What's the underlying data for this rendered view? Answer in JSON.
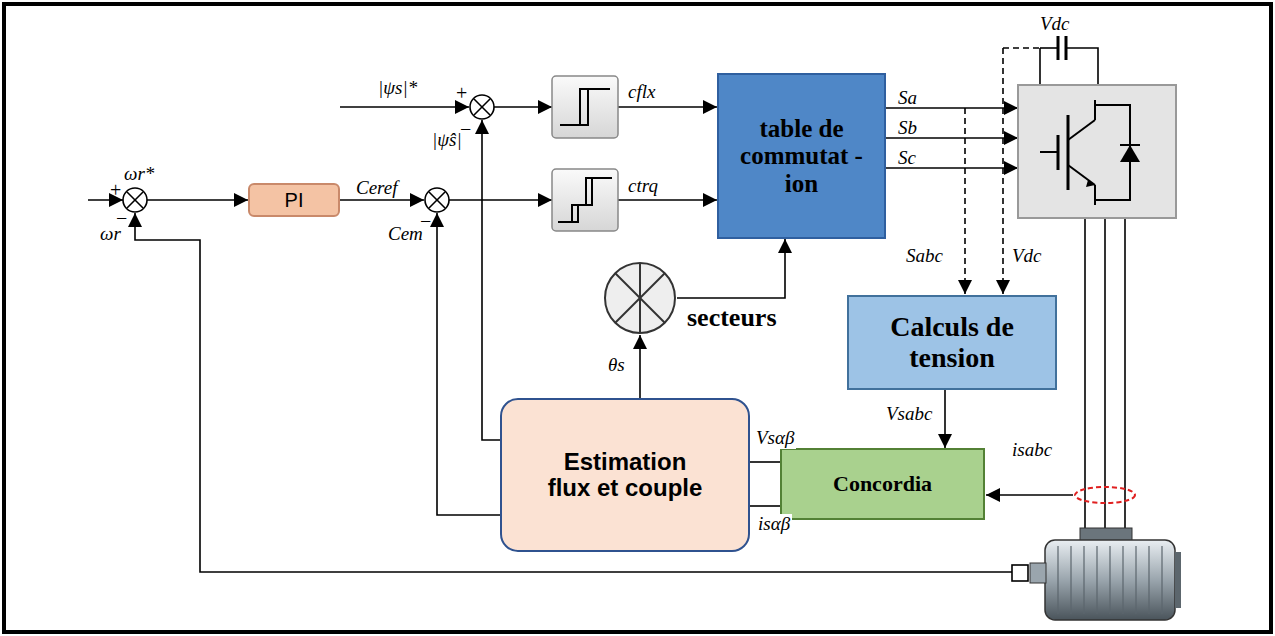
{
  "diagram": {
    "nodes": [
      {
        "text": [
          "PI"
        ]
      },
      {
        "text": [
          "table de commutat -ion"
        ]
      },
      {
        "text": [
          "secteurs"
        ]
      },
      {
        "text": [
          "Calculs de tension"
        ]
      },
      {
        "text": [
          "Estimation flux et couple"
        ]
      },
      {
        "text": [
          "Concordia"
        ]
      }
    ],
    "edges": [
      {
        "from": 4,
        "to": 2,
        "arrow": "to",
        "label": "θs"
      },
      {
        "from": 2,
        "to": 1,
        "arrow": "to"
      },
      {
        "from": 3,
        "to": 5,
        "arrow": "to",
        "label": "Vsabc"
      },
      {
        "from": 5,
        "to": 4,
        "arrow": "none",
        "label": "Vsαβ"
      },
      {
        "from": 5,
        "to": 4,
        "arrow": "none",
        "label": "isαβ"
      }
    ],
    "labels": [
      "ωr*",
      "+",
      "−",
      "ωr",
      "Ceref",
      "−",
      "Cem",
      "|ψs|*",
      "+",
      "−",
      "|ψ̂s|",
      "cflx",
      "ctrq",
      "Sa",
      "Sb",
      "Sc",
      "Sabc",
      "Vdc",
      "Vdc",
      "isabc"
    ]
  }
}
